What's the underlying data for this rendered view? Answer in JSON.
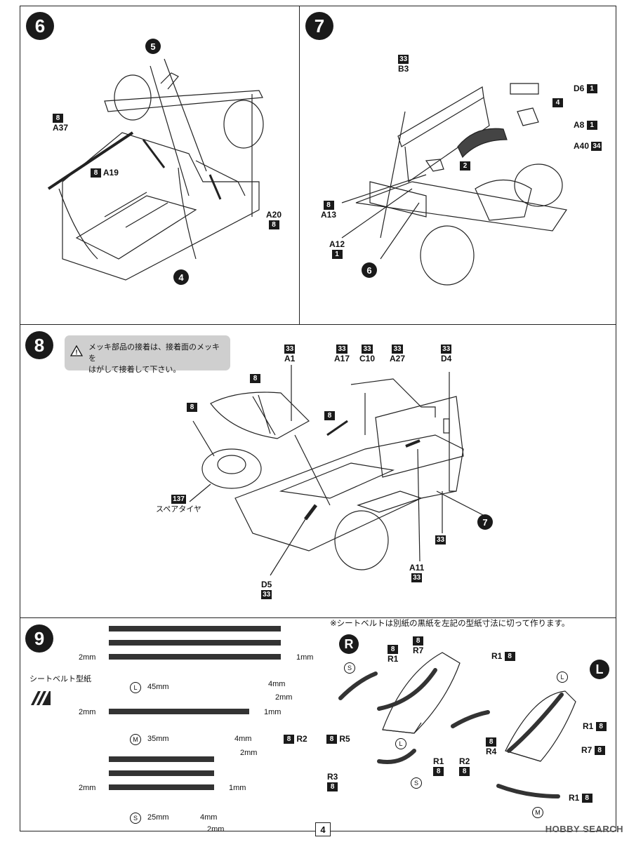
{
  "steps": {
    "s6": {
      "number": "6",
      "labels": {
        "p5": "5",
        "a37": "A37",
        "box_a37": "8",
        "a19": "A19",
        "box_a19": "8",
        "a20": "A20",
        "box_a20": "8",
        "p4": "4"
      }
    },
    "s7": {
      "number": "7",
      "labels": {
        "box_b3": "33",
        "b3": "B3",
        "d6": "D6",
        "box_d6": "1",
        "p4": "4",
        "a8": "A8",
        "box_a8": "1",
        "a40": "A40",
        "box_a40": "34",
        "p2": "2",
        "box_a13": "8",
        "a13": "A13",
        "a12": "A12",
        "box_a12": "1",
        "p6": "6"
      }
    },
    "s8": {
      "number": "8",
      "caution_text": "メッキ部品の接着は、接着面のメッキをはがして接着して下さい。",
      "caution_line1": "メッキ部品の接着は、接着面のメッキを",
      "caution_line2": "はがして接着して下さい。",
      "labels": {
        "box_a1": "33",
        "a1": "A1",
        "box_a17": "33",
        "a17": "A17",
        "box_c10": "33",
        "c10": "C10",
        "box_a27": "33",
        "a27": "A27",
        "box_d4": "33",
        "d4": "D4",
        "box_8a": "8",
        "box_8b": "8",
        "box_8c": "8",
        "box_137": "137",
        "spare": "スペアタイヤ",
        "d5": "D5",
        "box_d5": "33",
        "a11": "A11",
        "box_a11": "33",
        "box_33": "33",
        "p7": "7"
      }
    },
    "s9": {
      "number": "9",
      "note": "※シートベルトは別紙の黒紙を左記の型紙寸法に切って作ります。",
      "template_label": "シートベルト型紙",
      "dims": {
        "w2": "2mm",
        "w1": "1mm",
        "l45": "45mm",
        "l35": "35mm",
        "l25": "25mm",
        "t4": "4mm",
        "t2": "2mm",
        "L": "L",
        "M": "M",
        "S": "S"
      },
      "right_labels": {
        "R": "R",
        "L": "L",
        "box_r1": "8",
        "r1": "R1",
        "box_r7": "8",
        "r7": "R7",
        "r1b": "R1",
        "box_r1b": "8",
        "r2": "R2",
        "box_r2": "8",
        "r5": "R5",
        "box_r5": "8",
        "r3": "R3",
        "box_r3": "8",
        "r1c": "R1",
        "box_r1c": "8",
        "r2b": "R2",
        "box_r2b": "8",
        "r4": "R4",
        "box_r4": "8",
        "r1d": "R1",
        "box_r1d": "8",
        "r7b": "R7",
        "box_r7b": "8",
        "r1e": "R1",
        "box_r1e": "8"
      }
    }
  },
  "footer": {
    "page_number": "4",
    "watermark": "HOBBY SEARCH"
  }
}
